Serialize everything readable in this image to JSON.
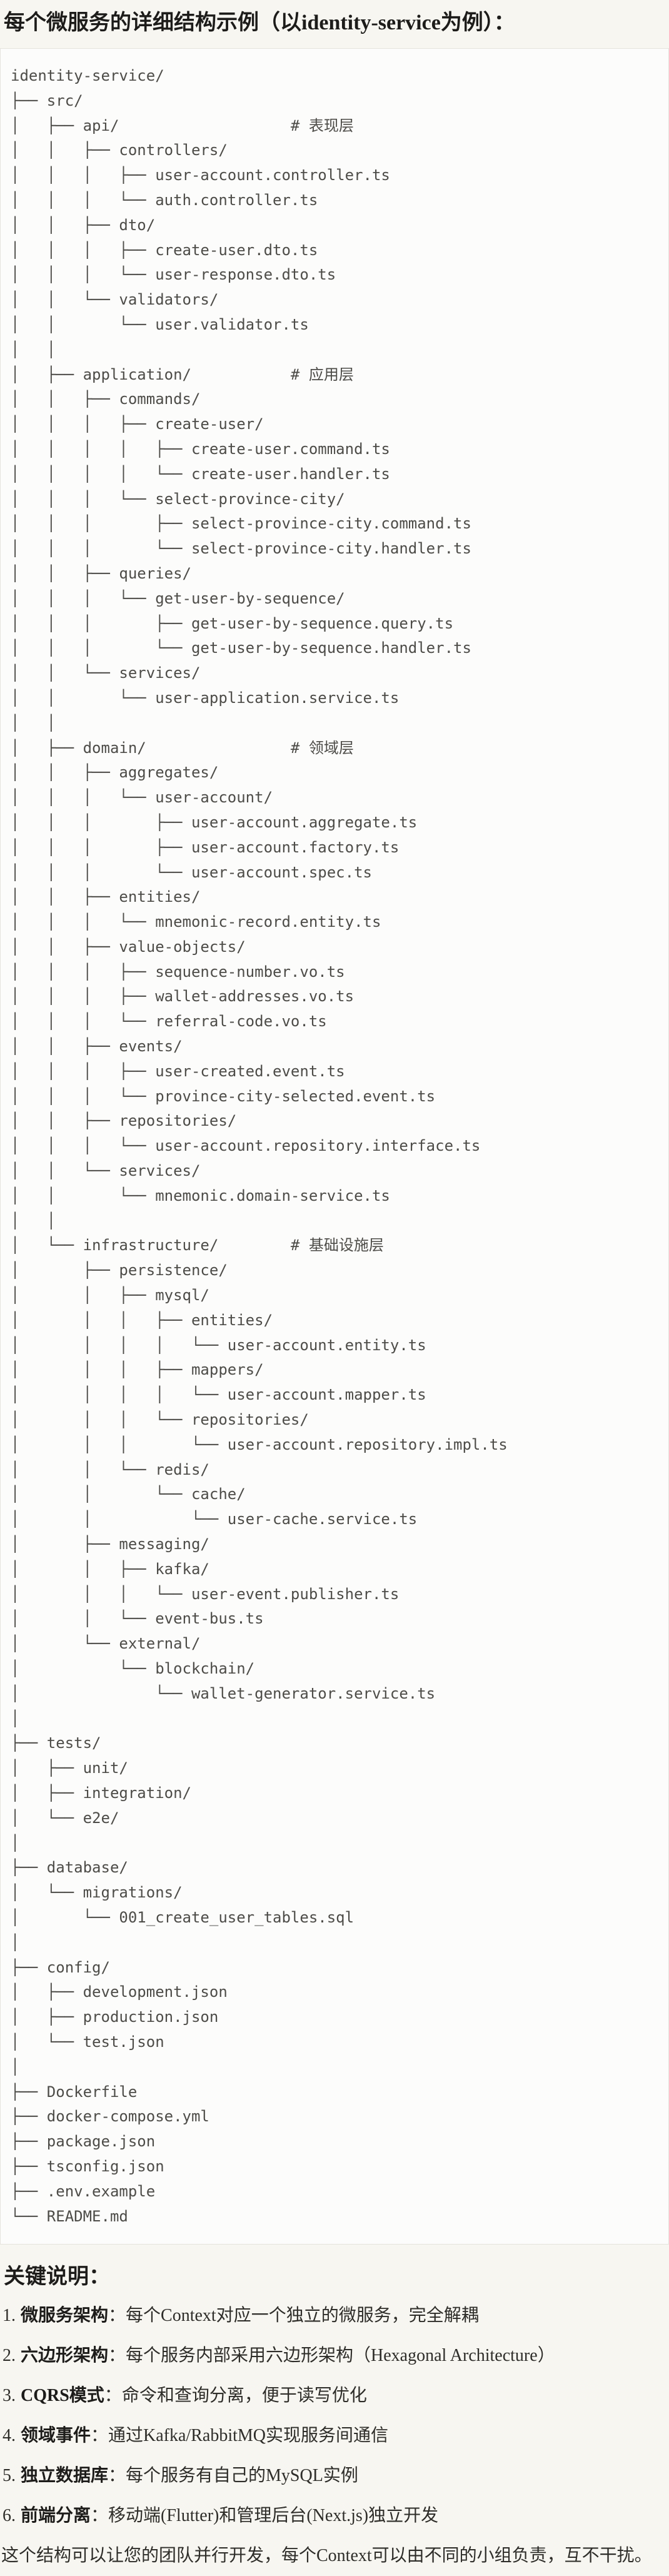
{
  "header": {
    "title": "每个微服务的详细结构示例（以identity-service为例）："
  },
  "tree": {
    "lines": [
      "identity-service/",
      "├── src/",
      "│   ├── api/                   # 表现层",
      "│   │   ├── controllers/",
      "│   │   │   ├── user-account.controller.ts",
      "│   │   │   └── auth.controller.ts",
      "│   │   ├── dto/",
      "│   │   │   ├── create-user.dto.ts",
      "│   │   │   └── user-response.dto.ts",
      "│   │   └── validators/",
      "│   │       └── user.validator.ts",
      "│   │",
      "│   ├── application/           # 应用层",
      "│   │   ├── commands/",
      "│   │   │   ├── create-user/",
      "│   │   │   │   ├── create-user.command.ts",
      "│   │   │   │   └── create-user.handler.ts",
      "│   │   │   └── select-province-city/",
      "│   │   │       ├── select-province-city.command.ts",
      "│   │   │       └── select-province-city.handler.ts",
      "│   │   ├── queries/",
      "│   │   │   └── get-user-by-sequence/",
      "│   │   │       ├── get-user-by-sequence.query.ts",
      "│   │   │       └── get-user-by-sequence.handler.ts",
      "│   │   └── services/",
      "│   │       └── user-application.service.ts",
      "│   │",
      "│   ├── domain/                # 领域层",
      "│   │   ├── aggregates/",
      "│   │   │   └── user-account/",
      "│   │   │       ├── user-account.aggregate.ts",
      "│   │   │       ├── user-account.factory.ts",
      "│   │   │       └── user-account.spec.ts",
      "│   │   ├── entities/",
      "│   │   │   └── mnemonic-record.entity.ts",
      "│   │   ├── value-objects/",
      "│   │   │   ├── sequence-number.vo.ts",
      "│   │   │   ├── wallet-addresses.vo.ts",
      "│   │   │   └── referral-code.vo.ts",
      "│   │   ├── events/",
      "│   │   │   ├── user-created.event.ts",
      "│   │   │   └── province-city-selected.event.ts",
      "│   │   ├── repositories/",
      "│   │   │   └── user-account.repository.interface.ts",
      "│   │   └── services/",
      "│   │       └── mnemonic.domain-service.ts",
      "│   │",
      "│   └── infrastructure/        # 基础设施层",
      "│       ├── persistence/",
      "│       │   ├── mysql/",
      "│       │   │   ├── entities/",
      "│       │   │   │   └── user-account.entity.ts",
      "│       │   │   ├── mappers/",
      "│       │   │   │   └── user-account.mapper.ts",
      "│       │   │   └── repositories/",
      "│       │   │       └── user-account.repository.impl.ts",
      "│       │   └── redis/",
      "│       │       └── cache/",
      "│       │           └── user-cache.service.ts",
      "│       ├── messaging/",
      "│       │   ├── kafka/",
      "│       │   │   └── user-event.publisher.ts",
      "│       │   └── event-bus.ts",
      "│       └── external/",
      "│           └── blockchain/",
      "│               └── wallet-generator.service.ts",
      "│",
      "├── tests/",
      "│   ├── unit/",
      "│   ├── integration/",
      "│   └── e2e/",
      "│",
      "├── database/",
      "│   └── migrations/",
      "│       └── 001_create_user_tables.sql",
      "│",
      "├── config/",
      "│   ├── development.json",
      "│   ├── production.json",
      "│   └── test.json",
      "│",
      "├── Dockerfile",
      "├── docker-compose.yml",
      "├── package.json",
      "├── tsconfig.json",
      "├── .env.example",
      "└── README.md"
    ]
  },
  "notes": {
    "title": "关键说明：",
    "items": [
      {
        "number": "1.",
        "label": "微服务架构",
        "colon": "：",
        "text": "每个Context对应一个独立的微服务，完全解耦"
      },
      {
        "number": "2.",
        "label": "六边形架构",
        "colon": "：",
        "text": "每个服务内部采用六边形架构（Hexagonal Architecture）"
      },
      {
        "number": "3.",
        "label": "CQRS模式",
        "colon": "：",
        "text": "命令和查询分离，便于读写优化"
      },
      {
        "number": "4.",
        "label": "领域事件",
        "colon": "：",
        "text": "通过Kafka/RabbitMQ实现服务间通信"
      },
      {
        "number": "5.",
        "label": "独立数据库",
        "colon": "：",
        "text": "每个服务有自己的MySQL实例"
      },
      {
        "number": "6.",
        "label": "前端分离",
        "colon": "：",
        "text": "移动端(Flutter)和管理后台(Next.js)独立开发"
      }
    ],
    "closing": "这个结构可以让您的团队并行开发，每个Context可以由不同的小组负责，互不干扰。"
  },
  "colors": {
    "page_bg": "#f7f6f1",
    "code_bg": "#fcfcfb",
    "code_border": "#e5e3dd",
    "code_text": "#4d4c48",
    "heading_text": "#1d1c1a",
    "body_text": "#2e2d29"
  }
}
